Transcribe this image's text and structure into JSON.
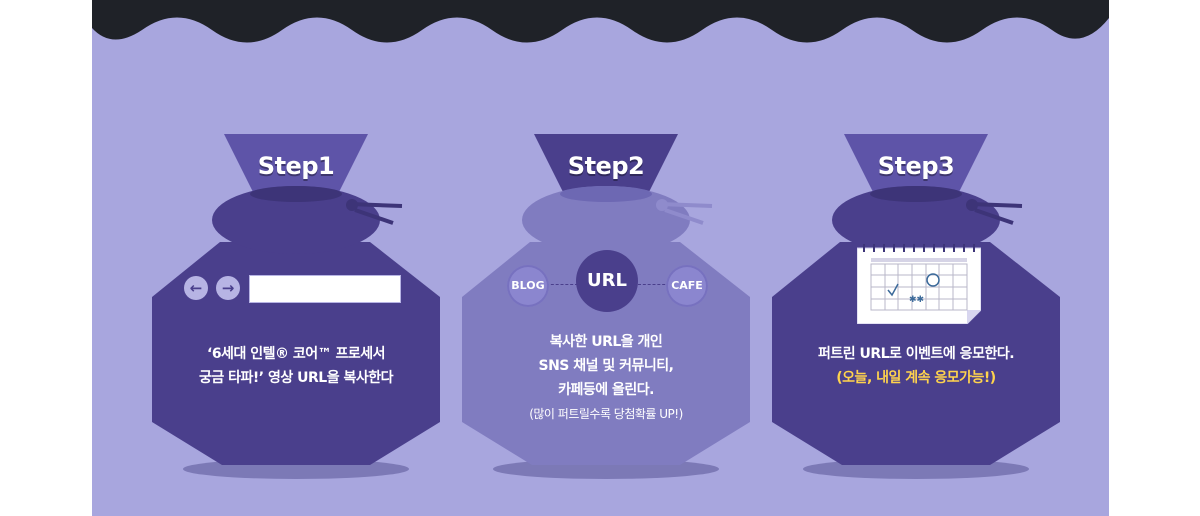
{
  "colors": {
    "background": "#a8a6de",
    "wave": "#1f2228",
    "bag_dark": "#4a3f8c",
    "bag_light": "#807cc0",
    "highlight": "#ffd34d"
  },
  "steps": [
    {
      "title": "Step1",
      "icons": [
        "arrow-left-icon",
        "arrow-right-icon"
      ],
      "lines": [
        "‘6세대 인텔® 코어™  프로세서",
        "궁금 타파!’ 영상 URL을 복사한다"
      ]
    },
    {
      "title": "Step2",
      "nodes": {
        "left": "BLOG",
        "center": "URL",
        "right": "CAFE"
      },
      "lines": [
        "복사한 URL을 개인",
        "SNS 채널 및 커뮤니티,",
        "카페등에 올린다."
      ],
      "note": "(많이 퍼트릴수록 당첨확률 UP!)"
    },
    {
      "title": "Step3",
      "icons": [
        "calendar-icon"
      ],
      "lines": [
        "퍼트린 URL로 이벤트에 응모한다."
      ],
      "highlight": "(오늘, 내일 계속 응모가능!)"
    }
  ]
}
